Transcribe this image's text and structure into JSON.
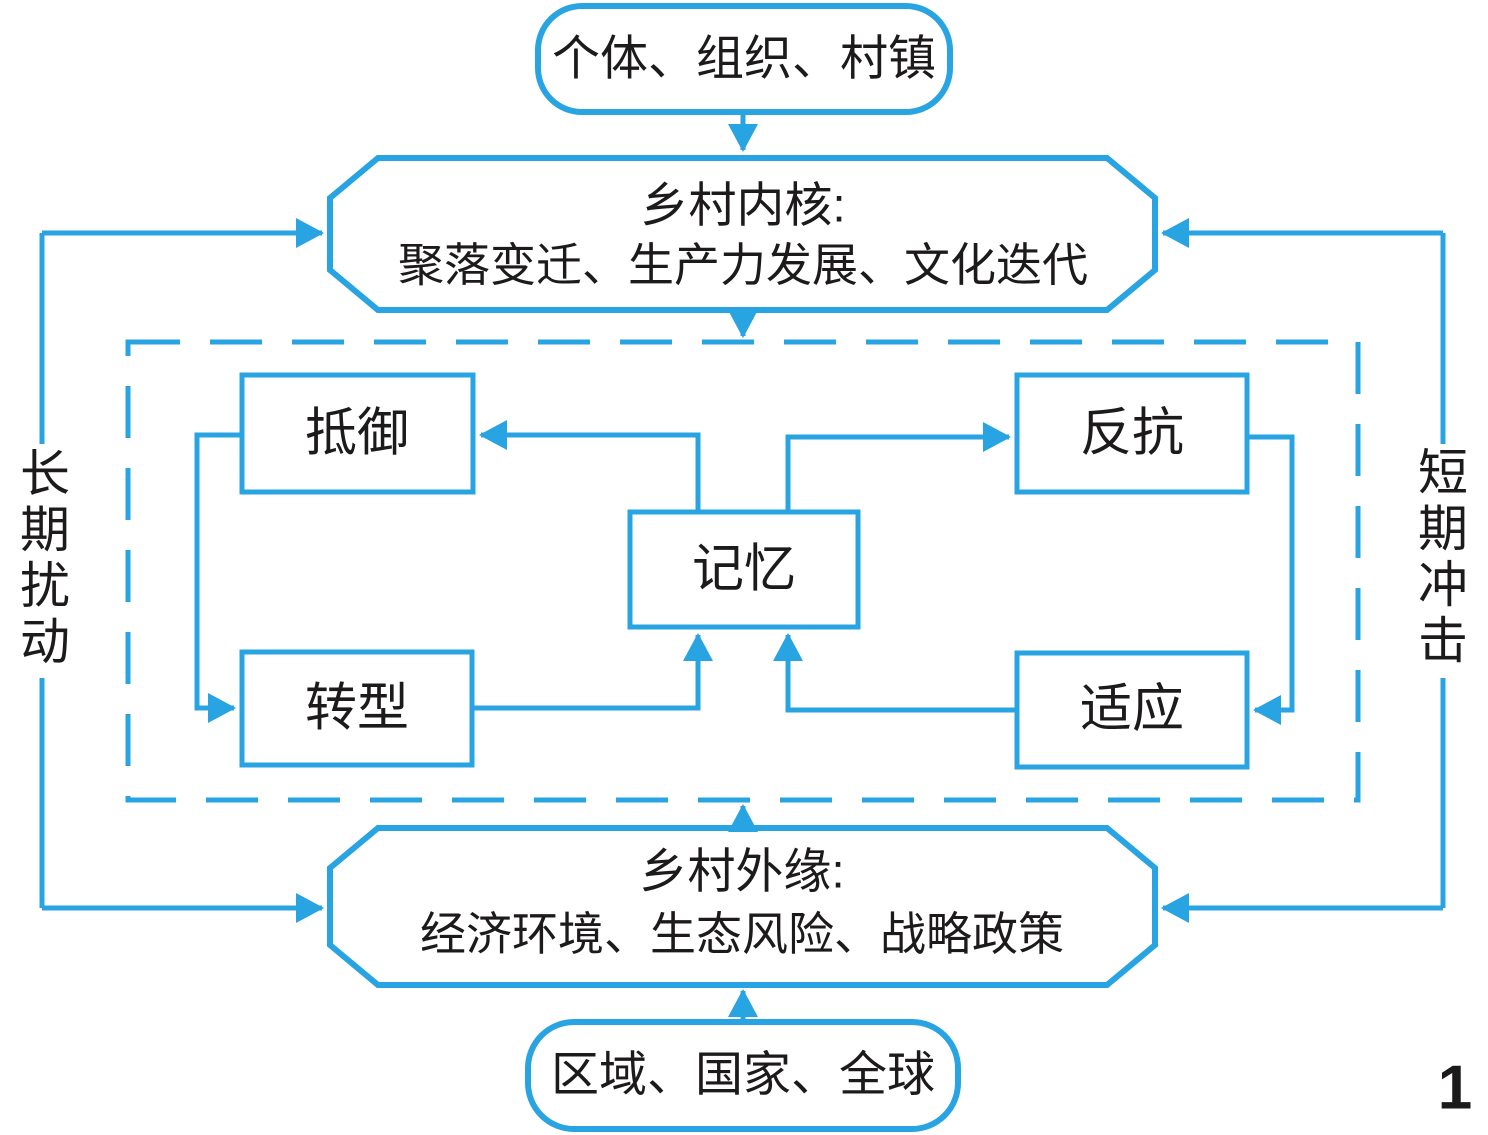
{
  "accent_color": "#29A4E2",
  "text_color": "#1d1a1b",
  "page_number": "1",
  "nodes": {
    "actors_top": {
      "label": "个体、组织、村镇"
    },
    "core": {
      "title": "乡村内核:",
      "subtitle": "聚落变迁、生产力发展、文化迭代"
    },
    "resist": {
      "label": "抵御"
    },
    "revolt": {
      "label": "反抗"
    },
    "memory": {
      "label": "记忆"
    },
    "transform": {
      "label": "转型"
    },
    "adapt": {
      "label": "适应"
    },
    "periphery": {
      "title": "乡村外缘:",
      "subtitle": "经济环境、生态风险、战略政策"
    },
    "scales_bottom": {
      "label": "区域、国家、全球"
    }
  },
  "side_labels": {
    "left": "长\n期\n扰\n动",
    "right": "短\n期\n冲\n击"
  },
  "edges": [
    {
      "from": "个体、组织、村镇",
      "to": "乡村内核"
    },
    {
      "from": "乡村内核",
      "to": "虚线框(记忆机制区)"
    },
    {
      "from": "乡村外缘",
      "to": "虚线框(记忆机制区)"
    },
    {
      "from": "区域、国家、全球",
      "to": "乡村外缘"
    },
    {
      "from": "长期扰动",
      "to": "乡村内核"
    },
    {
      "from": "长期扰动",
      "to": "乡村外缘"
    },
    {
      "from": "短期冲击",
      "to": "乡村内核"
    },
    {
      "from": "短期冲击",
      "to": "乡村外缘"
    },
    {
      "from": "记忆",
      "to": "抵御"
    },
    {
      "from": "记忆",
      "to": "反抗"
    },
    {
      "from": "抵御",
      "to": "转型"
    },
    {
      "from": "反抗",
      "to": "适应"
    },
    {
      "from": "转型",
      "to": "记忆"
    },
    {
      "from": "适应",
      "to": "记忆"
    }
  ]
}
